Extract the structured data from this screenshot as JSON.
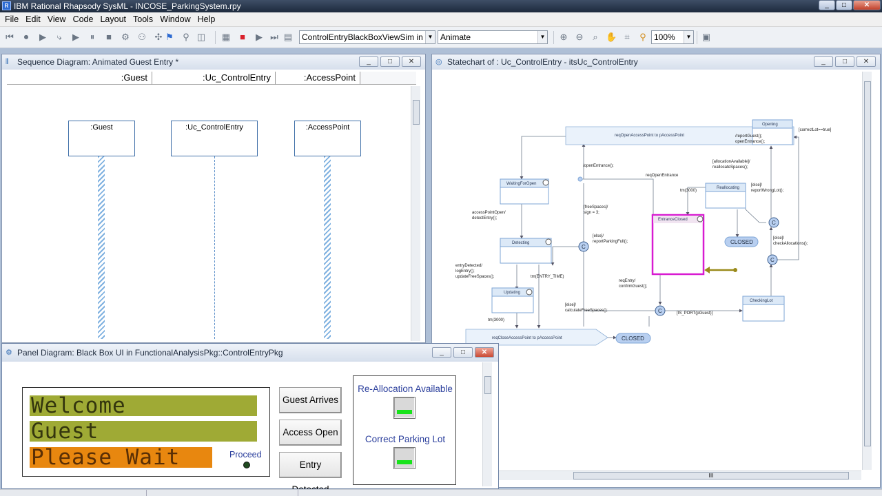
{
  "app": {
    "title": "IBM Rational Rhapsody SysML - INCOSE_ParkingSystem.rpy",
    "icon": "rhapsody-app-icon"
  },
  "window_controls": {
    "minimize": "_",
    "maximize": "□",
    "close": "✕"
  },
  "menu": [
    "File",
    "Edit",
    "View",
    "Code",
    "Layout",
    "Tools",
    "Window",
    "Help"
  ],
  "toolbar": {
    "config_select": "ControlEntryBlackBoxViewSim in Cont",
    "mode_select": "Animate",
    "zoom_select": "100%"
  },
  "sequence_window": {
    "title": "Sequence Diagram: Animated Guest Entry *",
    "headers": [
      ":Guest",
      ":Uc_ControlEntry",
      ":AccessPoint"
    ],
    "lifelines": [
      ":Guest",
      ":Uc_ControlEntry",
      ":AccessPoint"
    ]
  },
  "statechart_window": {
    "title": "Statechart of : Uc_ControlEntry - itsUc_ControlEntry",
    "states": {
      "opening": "Opening",
      "waiting": "WaitingForOpen",
      "detecting": "Detecting",
      "updating": "Updating",
      "entrance_closed": "EntranceClosed",
      "reallocating": "Reallocating",
      "checking_lot": "CheckingLot",
      "closed_1": "CLOSED",
      "closed_2": "CLOSED",
      "connector": "C"
    },
    "labels": {
      "req_open": "reqOpenAccessPoint to pAccessPoint",
      "req_close": "reqCloseAccessPoint to pAccessPoint",
      "opening_action_1": "/reportGuest();",
      "opening_action_2": "openEntrance();",
      "correct_lot": "[correctLot==true]",
      "open_entrance": "/openEntrance();",
      "req_open_entrance": "reqOpenEntrance",
      "alloc_1": "[allocationAvailable]/",
      "alloc_2": "reallocateSpaces();",
      "tm3000_a": "tm(3000)",
      "else_wrong_1": "[else]/",
      "else_wrong_2": "reportWrongLot();",
      "free_spaces_1": "[freeSpaces]/",
      "free_spaces_2": "sign = 3;",
      "else_parking_1": "[else]/",
      "else_parking_2": "reportParkingFull();",
      "ap_open_1": "accessPointOpen/",
      "ap_open_2": "detectEntry();",
      "entry_detected_1": "entryDetected/",
      "entry_detected_2": "logEntry();",
      "entry_detected_3": "updateFreeSpaces();",
      "tm_entry": "tm(ENTRY_TIME)",
      "req_entry_1": "reqEntry/",
      "req_entry_2": "confirmGuest();",
      "else_calc_1": "[else]/",
      "else_calc_2": "calculateFreeSpaces();",
      "is_port": "[IS_PORT(pGuest)]",
      "else_check_1": "[else]/",
      "else_check_2": "checkAllocations();",
      "tm3000_b": "tm(3000)"
    },
    "highlight_color": "#d81bd1",
    "arrow_color": "#9a8a1a"
  },
  "panel_window": {
    "title": "Panel Diagram: Black Box UI in FunctionalAnalysisPkg::ControlEntryPkg",
    "lcd_lines": [
      "Welcome",
      "Guest",
      "Please Wait"
    ],
    "proceed_label": "Proceed",
    "buttons": [
      "Guest Arrives",
      "Access Open",
      "Entry Detected"
    ],
    "led_labels": [
      "Re-Allocation Available",
      "Correct Parking Lot"
    ],
    "lcd_green": "#9faa35",
    "lcd_orange": "#e8870f",
    "led_on": "#18e31b"
  },
  "scrollbar_grip": "III"
}
